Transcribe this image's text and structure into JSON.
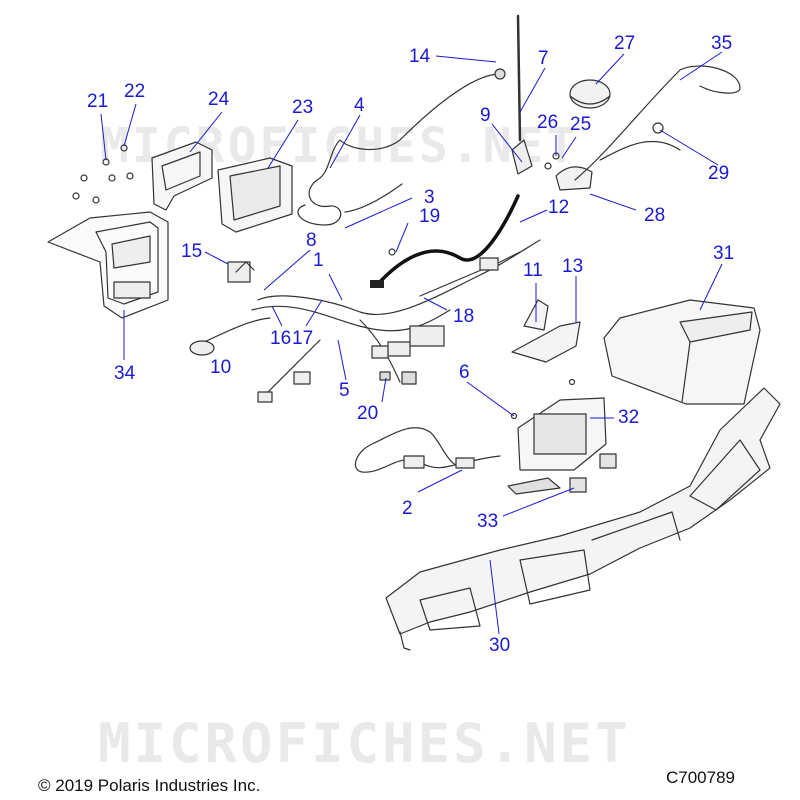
{
  "diagram": {
    "watermark_text": "MICROFICHES.NET",
    "copyright": "© 2019 Polaris Industries Inc.",
    "diagram_code": "C700789",
    "part_callouts": [
      "1",
      "2",
      "3",
      "4",
      "5",
      "6",
      "7",
      "8",
      "9",
      "10",
      "11",
      "12",
      "13",
      "14",
      "15",
      "16",
      "17",
      "18",
      "19",
      "20",
      "21",
      "22",
      "23",
      "24",
      "25",
      "26",
      "27",
      "28",
      "29",
      "30",
      "31",
      "32",
      "33",
      "34",
      "35"
    ],
    "colors": {
      "callout_text": "#1a1ad0",
      "leader_line": "#1a1ad0",
      "part_outline": "#333333",
      "watermark": "#e9e9e9"
    }
  }
}
